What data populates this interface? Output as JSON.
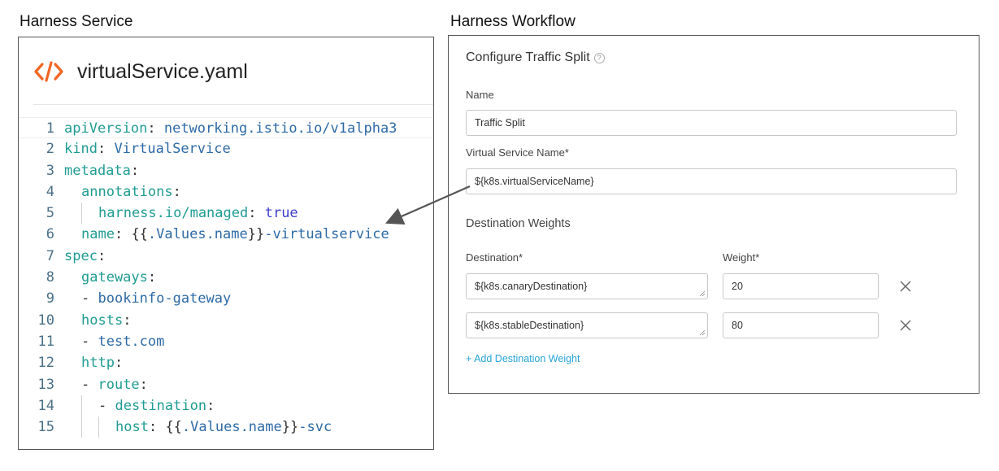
{
  "labels": {
    "service": "Harness Service",
    "workflow": "Harness Workflow"
  },
  "file": {
    "name": "virtualService.yaml",
    "icon": "code-icon",
    "accent": "#f26522"
  },
  "code_lines": [
    {
      "num": "1",
      "tokens": [
        {
          "t": "apiVersion",
          "c": "k"
        },
        {
          "t": ": ",
          "c": "p"
        },
        {
          "t": "networking.istio.io/v1alpha3",
          "c": "v"
        }
      ]
    },
    {
      "num": "2",
      "tokens": [
        {
          "t": "kind",
          "c": "k"
        },
        {
          "t": ": ",
          "c": "p"
        },
        {
          "t": "VirtualService",
          "c": "v"
        }
      ]
    },
    {
      "num": "3",
      "tokens": [
        {
          "t": "metadata",
          "c": "k"
        },
        {
          "t": ":",
          "c": "p"
        }
      ]
    },
    {
      "num": "4",
      "tokens": [
        {
          "t": "annotations",
          "c": "k"
        },
        {
          "t": ":",
          "c": "p"
        }
      ]
    },
    {
      "num": "5",
      "tokens": [
        {
          "t": "harness.io/managed",
          "c": "k"
        },
        {
          "t": ": ",
          "c": "p"
        },
        {
          "t": "true",
          "c": "b"
        }
      ]
    },
    {
      "num": "6",
      "tokens": [
        {
          "t": "name",
          "c": "k"
        },
        {
          "t": ": ",
          "c": "p"
        },
        {
          "t": "{{",
          "c": "p"
        },
        {
          "t": ".Values.name",
          "c": "v"
        },
        {
          "t": "}}",
          "c": "p"
        },
        {
          "t": "-virtualservice",
          "c": "v"
        }
      ]
    },
    {
      "num": "7",
      "tokens": [
        {
          "t": "spec",
          "c": "k"
        },
        {
          "t": ":",
          "c": "p"
        }
      ]
    },
    {
      "num": "8",
      "tokens": [
        {
          "t": "gateways",
          "c": "k"
        },
        {
          "t": ":",
          "c": "p"
        }
      ]
    },
    {
      "num": "9",
      "tokens": [
        {
          "t": "- ",
          "c": "p"
        },
        {
          "t": "bookinfo-gateway",
          "c": "v"
        }
      ]
    },
    {
      "num": "10",
      "tokens": [
        {
          "t": "hosts",
          "c": "k"
        },
        {
          "t": ":",
          "c": "p"
        }
      ]
    },
    {
      "num": "11",
      "tokens": [
        {
          "t": "- ",
          "c": "p"
        },
        {
          "t": "test.com",
          "c": "v"
        }
      ]
    },
    {
      "num": "12",
      "tokens": [
        {
          "t": "http",
          "c": "k"
        },
        {
          "t": ":",
          "c": "p"
        }
      ]
    },
    {
      "num": "13",
      "tokens": [
        {
          "t": "- ",
          "c": "p"
        },
        {
          "t": "route",
          "c": "k"
        },
        {
          "t": ":",
          "c": "p"
        }
      ]
    },
    {
      "num": "14",
      "tokens": [
        {
          "t": "- ",
          "c": "p"
        },
        {
          "t": "destination",
          "c": "k"
        },
        {
          "t": ":",
          "c": "p"
        }
      ]
    },
    {
      "num": "15",
      "tokens": [
        {
          "t": "host",
          "c": "k"
        },
        {
          "t": ": ",
          "c": "p"
        },
        {
          "t": "{{",
          "c": "p"
        },
        {
          "t": ".Values.name",
          "c": "v"
        },
        {
          "t": "}}",
          "c": "p"
        },
        {
          "t": "-svc",
          "c": "v"
        }
      ]
    }
  ],
  "form": {
    "title": "Configure Traffic Split",
    "help_icon": "question-circle-icon",
    "name_label": "Name",
    "name_value": "Traffic Split",
    "vs_label": "Virtual Service Name*",
    "vs_value": "${k8s.virtualServiceName}",
    "weights_heading": "Destination Weights",
    "dest_col": "Destination*",
    "weight_col": "Weight*",
    "rows": [
      {
        "destination": "${k8s.canaryDestination}",
        "weight": "20"
      },
      {
        "destination": "${k8s.stableDestination}",
        "weight": "80"
      }
    ],
    "add_link": "+ Add Destination Weight"
  }
}
